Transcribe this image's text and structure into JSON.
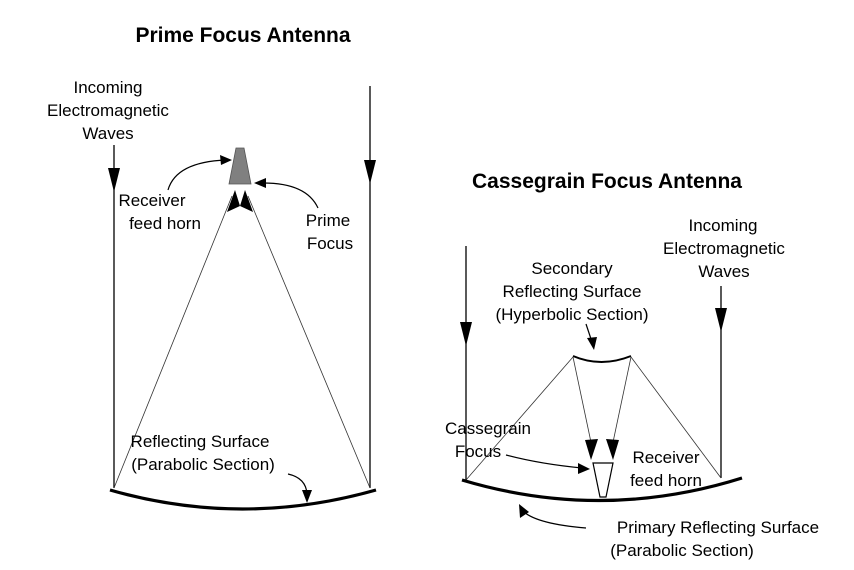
{
  "prime": {
    "title": "Prime Focus Antenna",
    "incoming": [
      "Incoming",
      "Electromagnetic",
      "Waves"
    ],
    "feed_horn": [
      "Receiver",
      "feed horn"
    ],
    "focus": [
      "Prime",
      "Focus"
    ],
    "surface": [
      "Reflecting Surface",
      "(Parabolic Section)"
    ]
  },
  "cassegrain": {
    "title": "Cassegrain Focus Antenna",
    "incoming": [
      "Incoming",
      "Electromagnetic",
      "Waves"
    ],
    "secondary": [
      "Secondary",
      "Reflecting Surface",
      "(Hyperbolic Section)"
    ],
    "focus": [
      "Cassegrain",
      "Focus"
    ],
    "feed_horn": [
      "Receiver",
      "feed horn"
    ],
    "primary": [
      "Primary Reflecting Surface",
      "(Parabolic Section)"
    ]
  },
  "colors": {
    "line": "#000000",
    "horn": "#808080",
    "background": "#ffffff"
  }
}
